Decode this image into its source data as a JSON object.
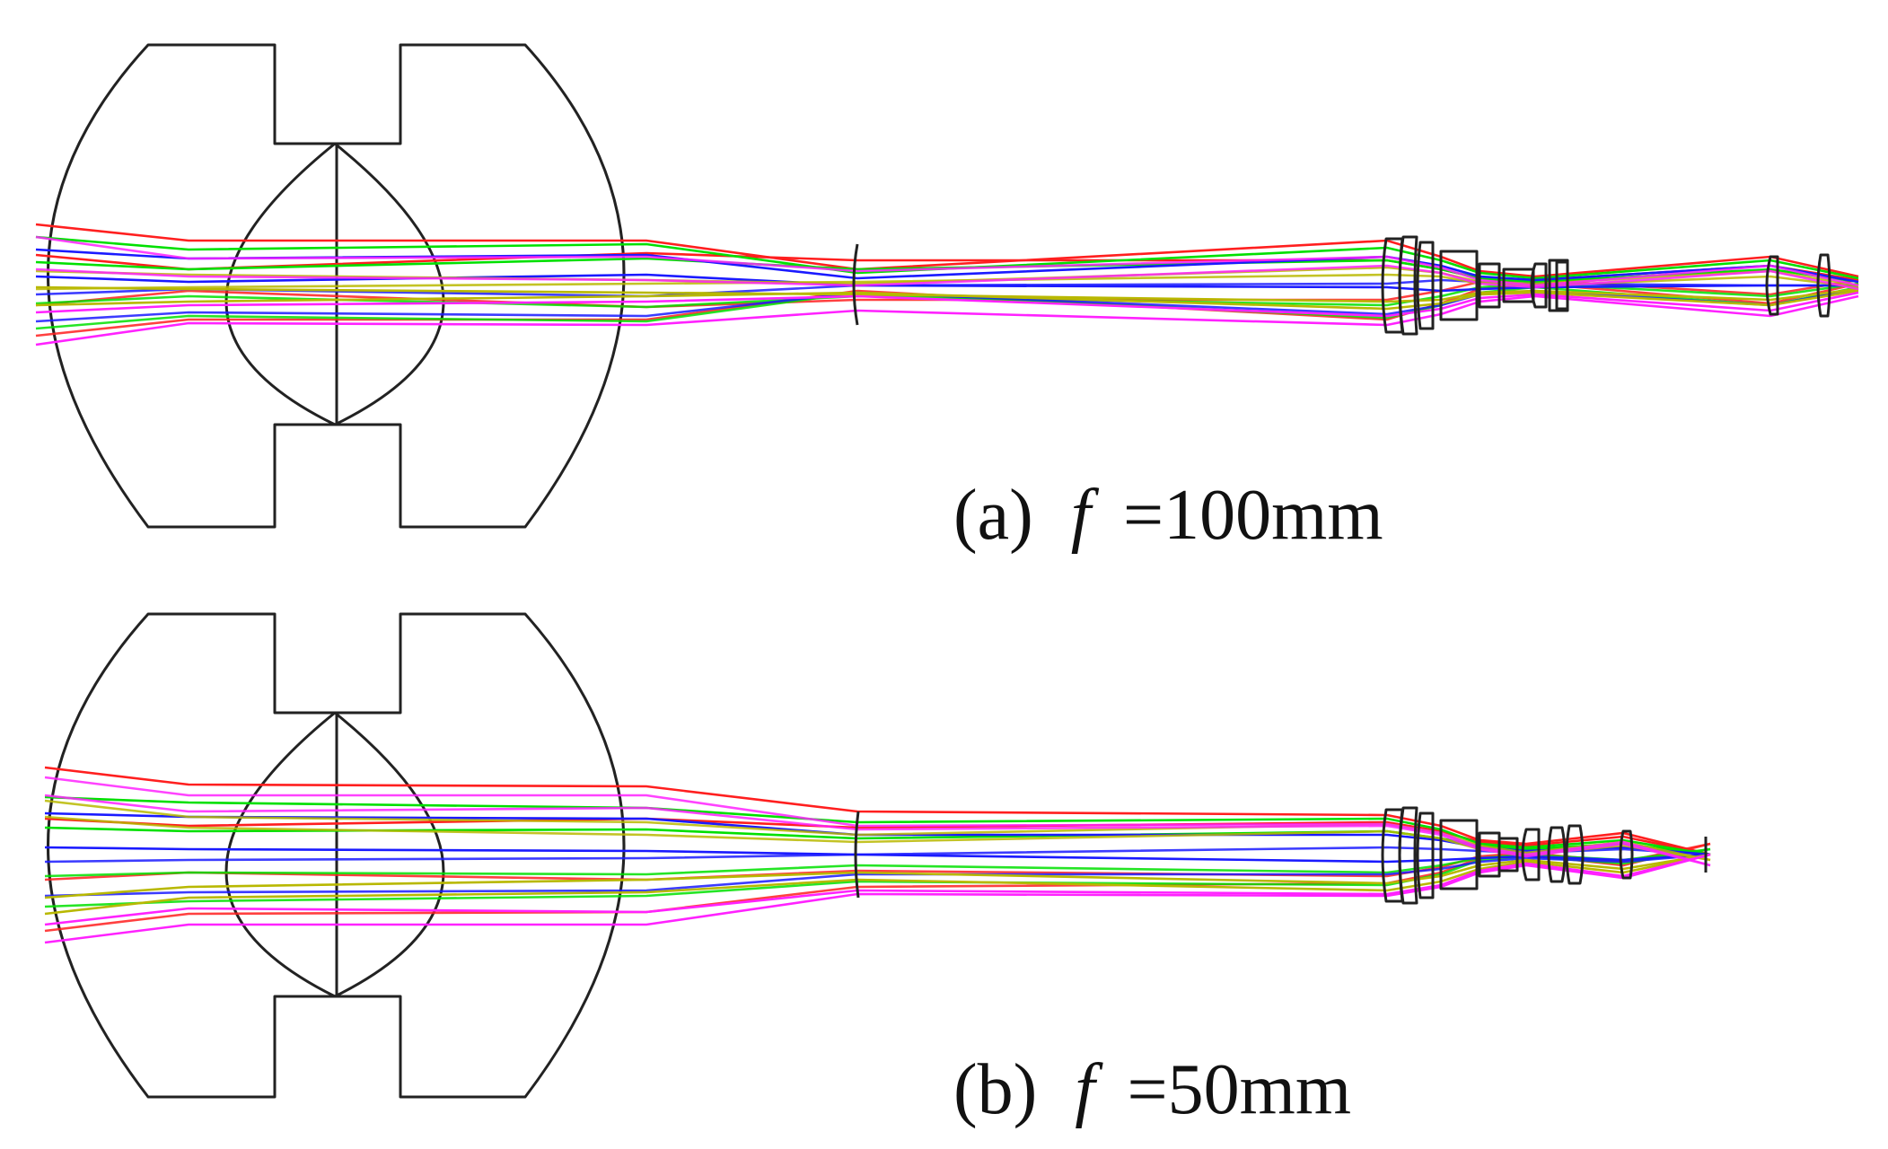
{
  "panels": [
    {
      "caption_prefix": "(a)",
      "caption_var": "f",
      "caption_value": "=100mm"
    },
    {
      "caption_prefix": "(b)",
      "caption_var": "f",
      "caption_value": "=50mm"
    }
  ],
  "ray_colors": [
    "#ff1f1f",
    "#00e000",
    "#1a1aff",
    "#b8b800",
    "#ff22ff"
  ]
}
